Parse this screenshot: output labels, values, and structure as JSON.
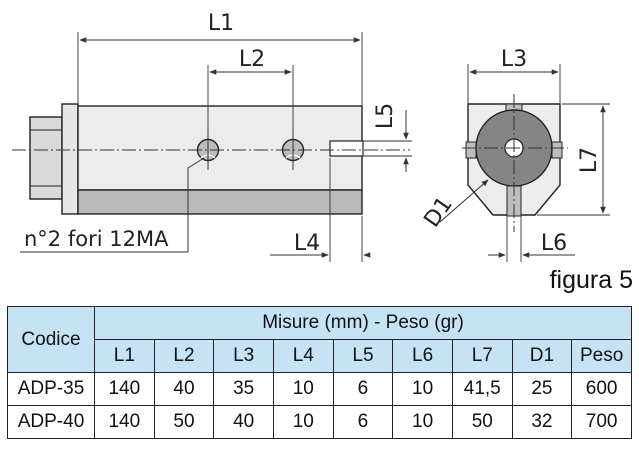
{
  "drawing": {
    "dims": {
      "L1": "L1",
      "L2": "L2",
      "L3": "L3",
      "L4": "L4",
      "L5": "L5",
      "L6": "L6",
      "L7": "L7",
      "D1": "D1"
    },
    "callout": "n°2 fori 12MA"
  },
  "figure_label": "figura 5",
  "table": {
    "codice_header": "Codice",
    "group_header": "Misure (mm) - Peso (gr)",
    "columns": [
      "L1",
      "L2",
      "L3",
      "L4",
      "L5",
      "L6",
      "L7",
      "D1",
      "Peso"
    ],
    "rows": [
      {
        "code": "ADP-35",
        "values": [
          "140",
          "40",
          "35",
          "10",
          "6",
          "10",
          "41,5",
          "25",
          "600"
        ]
      },
      {
        "code": "ADP-40",
        "values": [
          "140",
          "50",
          "40",
          "10",
          "6",
          "10",
          "50",
          "32",
          "700"
        ]
      }
    ]
  }
}
